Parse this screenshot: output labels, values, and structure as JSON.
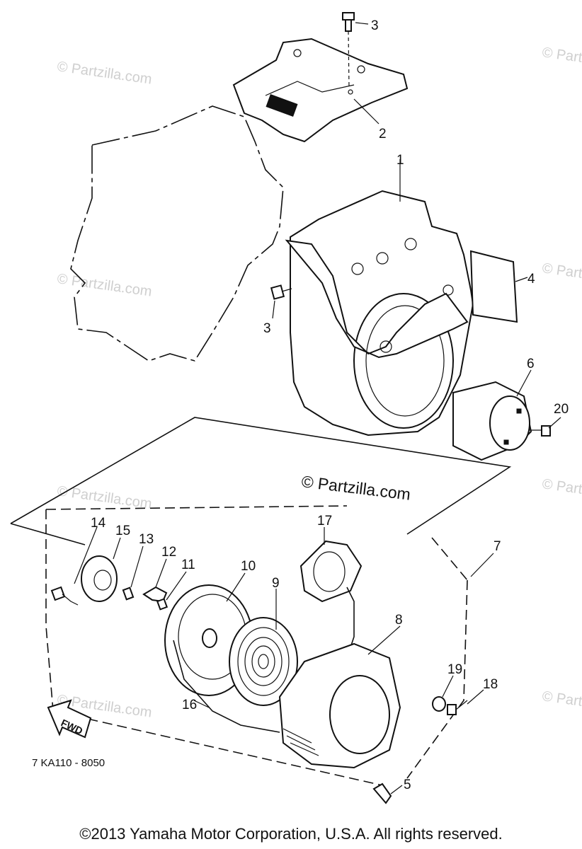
{
  "diagram": {
    "callouts": [
      "3",
      "2",
      "1",
      "4",
      "3",
      "6",
      "20",
      "7",
      "14",
      "15",
      "13",
      "12",
      "11",
      "10",
      "9",
      "17",
      "8",
      "19",
      "18",
      "16",
      "5"
    ],
    "watermark": "© Partzilla.com",
    "watermark_main": "© Partzilla.com",
    "fwd_label": "FWD",
    "part_code": "7 KA110 - 8050"
  },
  "footer": {
    "copyright": "©2013  Yamaha Motor Corporation, U.S.A. All rights reserved."
  }
}
